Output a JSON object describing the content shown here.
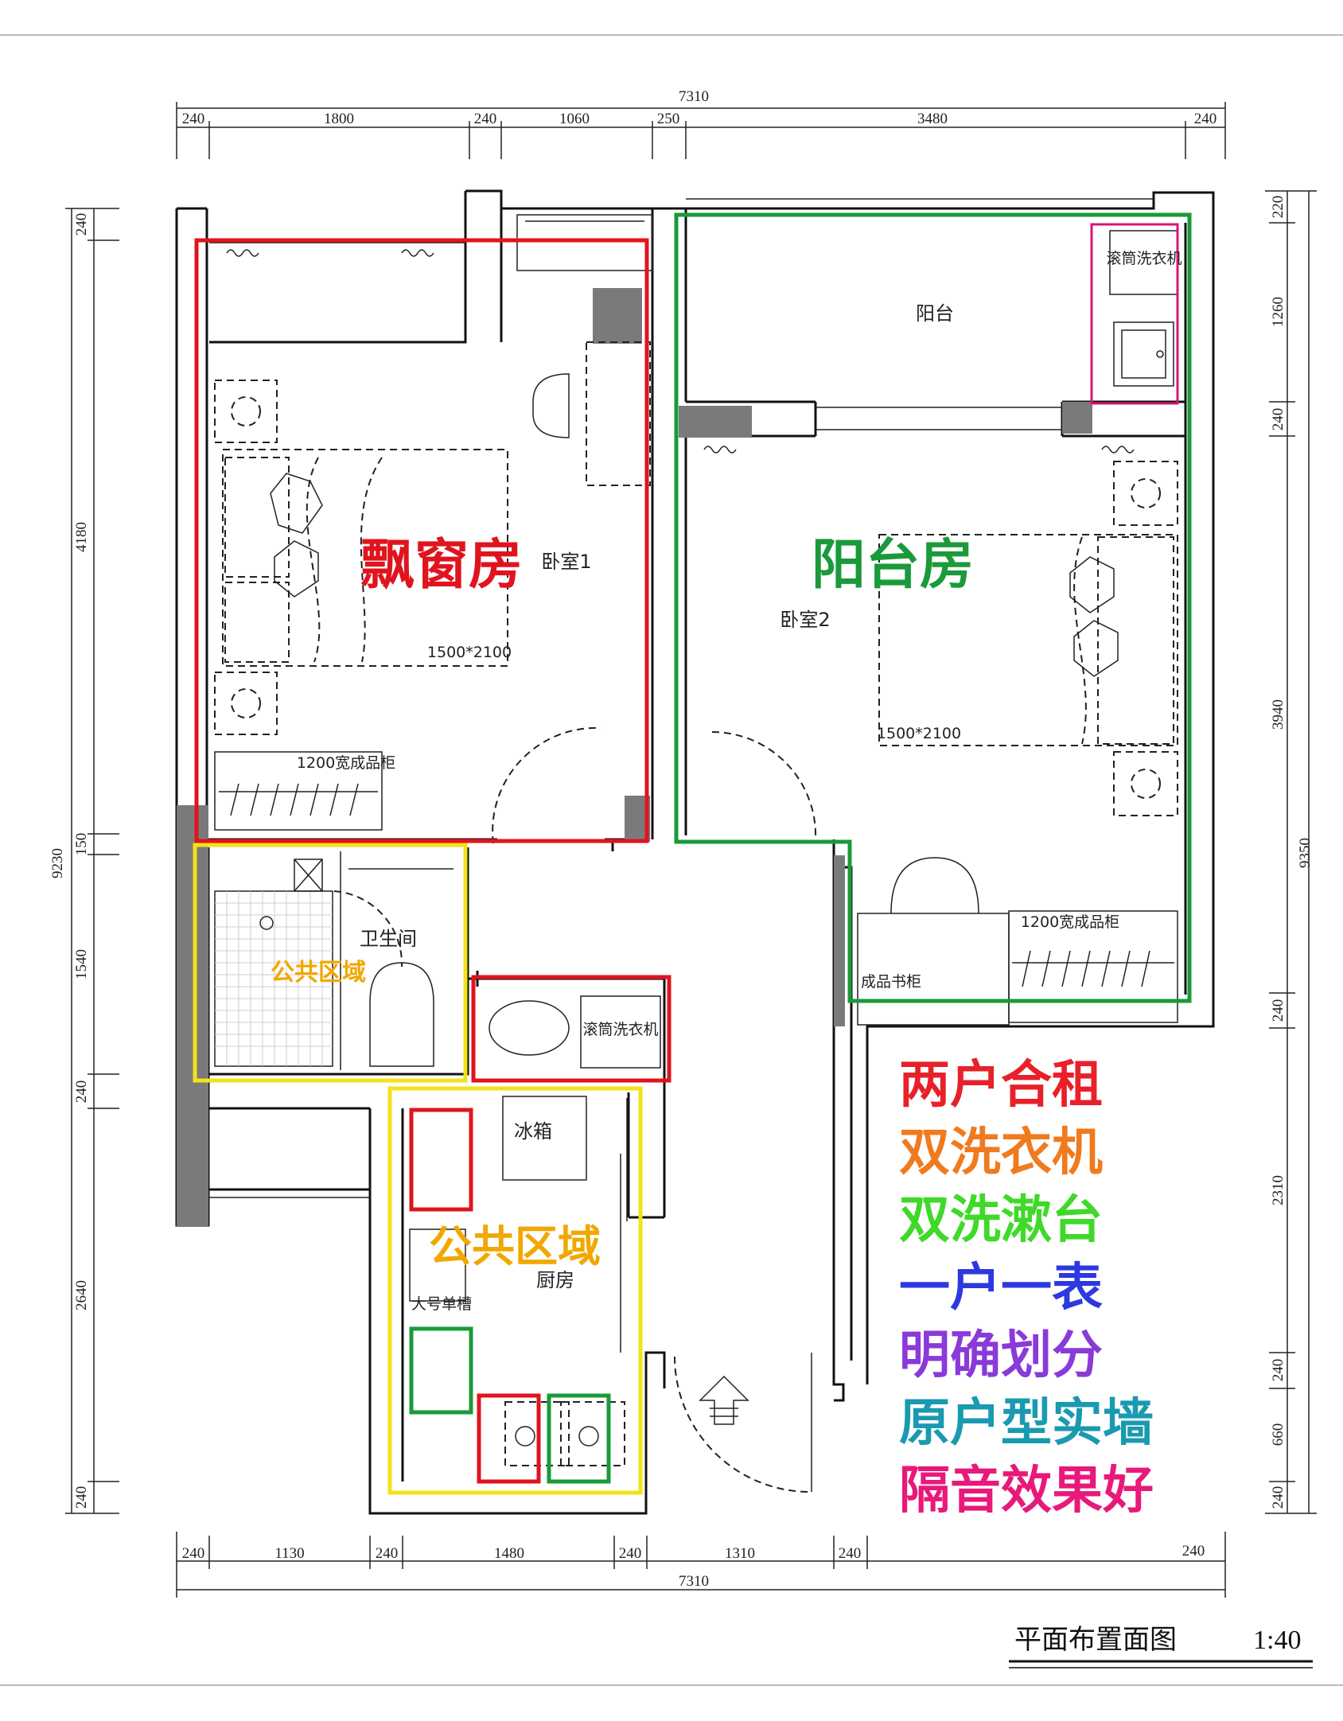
{
  "dimensions": {
    "top_total": "7310",
    "top": [
      "240",
      "1800",
      "240",
      "1060",
      "250",
      "3480",
      "240"
    ],
    "bottom_total": "7310",
    "bottom": [
      "240",
      "1130",
      "240",
      "1480",
      "240",
      "1310",
      "240"
    ],
    "bottom_right": "240",
    "left": [
      "240",
      "4180",
      "150",
      "1540",
      "240",
      "2640",
      "240"
    ],
    "left_total": "9230",
    "right": [
      "220",
      "1260",
      "240",
      "3940",
      "240",
      "2310",
      "240",
      "660",
      "240"
    ],
    "right_total": "9350"
  },
  "rooms": {
    "bedroom1": "卧室1",
    "bedroom2": "卧室2",
    "balcony": "阳台",
    "bathroom": "卫生间",
    "kitchen": "厨房",
    "fridge": "冰箱",
    "sink_large": "大号单槽",
    "washer_top": "滚筒洗衣机",
    "washer_mid": "滚筒洗衣机",
    "bed1_size": "1500*2100",
    "bed2_size": "1500*2100",
    "wardrobe1": "1200宽成品柜",
    "wardrobe2": "1200宽成品柜",
    "bookcase": "成品书柜"
  },
  "zones": {
    "bay_window_room": "飘窗房",
    "balcony_room": "阳台房",
    "public_area_bath": "公共区域",
    "public_area_kitchen": "公共区域"
  },
  "notes": [
    {
      "text": "两户合租",
      "color": "#e8202a"
    },
    {
      "text": "双洗衣机",
      "color": "#f07a1e"
    },
    {
      "text": "双洗漱台",
      "color": "#3fd92a"
    },
    {
      "text": "一户一表",
      "color": "#2d38e0"
    },
    {
      "text": "明确划分",
      "color": "#8a3ad8"
    },
    {
      "text": "原户型实墙",
      "color": "#1a9ab0"
    },
    {
      "text": "隔音效果好",
      "color": "#e8197a"
    }
  ],
  "title_block": {
    "title": "平面布置面图",
    "scale": "1:40"
  },
  "colors": {
    "red": "#e0141e",
    "green": "#1a9a3a",
    "yellow": "#f2e21a",
    "magenta": "#d8147a",
    "orange_text": "#f0a800",
    "wall_gray": "#7a7a7a"
  }
}
